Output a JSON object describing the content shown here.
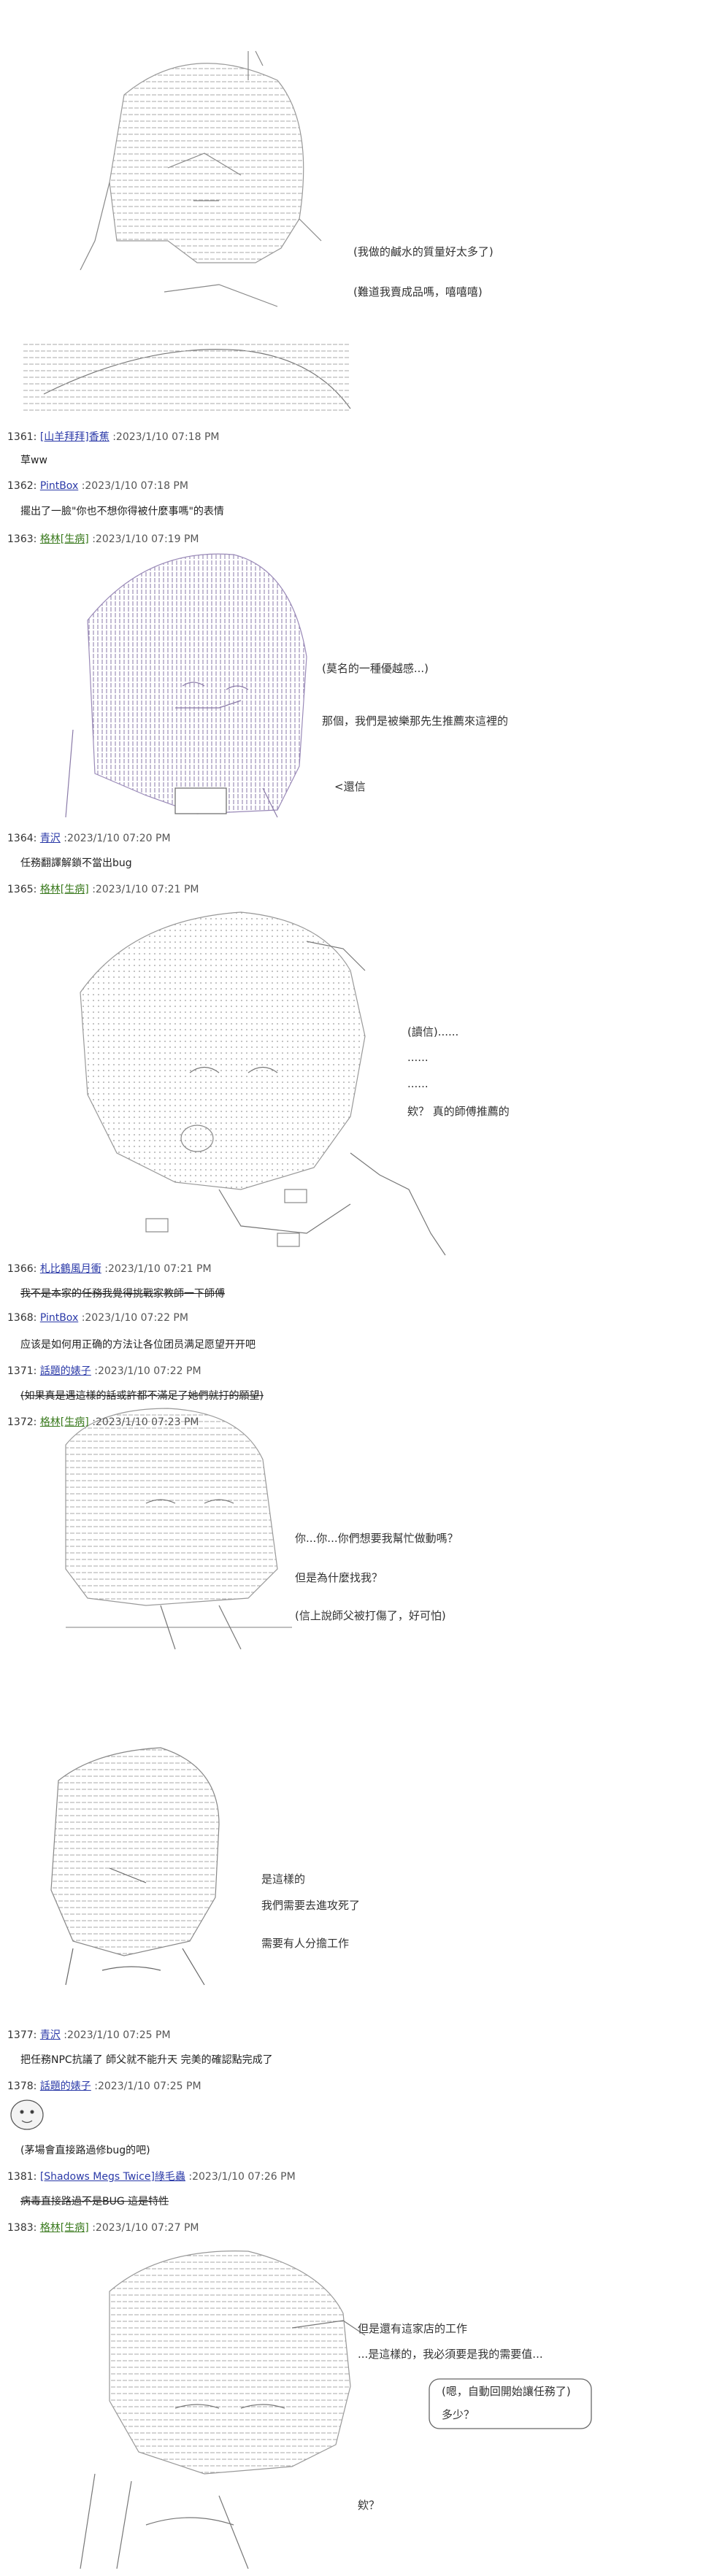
{
  "dialogs": {
    "d1": "(我做的鹹水的質量好太多了)",
    "d2": "(難道我賣成品嗎，嘻嘻嘻)",
    "d3": "(莫名的一種優越感...)",
    "d4": "那個，我們是被樂那先生推薦來這裡的",
    "d5": "<還信",
    "d6": "(讀信)......",
    "d7": "......",
    "d8": "......",
    "d9": "欸？ 真的師傅推薦的",
    "d10": "你...你...你們想要我幫忙做動嗎？",
    "d11": "但是為什麼找我？",
    "d12": "(信上說師父被打傷了，好可怕)",
    "d13": "是這樣的",
    "d14": "我們需要去進攻死了",
    "d15": "需要有人分擔工作",
    "d16": "但是還有這家店的工作",
    "d17": "...是這樣的，我必須要是我的需要值...",
    "d18": "(嗯，自動回開始讓任務了)",
    "d19": "多少？",
    "d20": "欸？"
  },
  "posts": [
    {
      "num": "1361:",
      "name": "[山羊拜拜]香蕉",
      "date": ":2023/1/10 07:18 PM",
      "text": "草ww"
    },
    {
      "num": "1362:",
      "name": "PintBox",
      "date": ":2023/1/10 07:18 PM",
      "text": "擺出了一臉\"你也不想你得被什麼事嗎\"的表情"
    },
    {
      "num": "1363:",
      "name": "格林[生病]",
      "date": ":2023/1/10 07:19 PM",
      "text": ""
    },
    {
      "num": "1364:",
      "name": "青沢",
      "date": ":2023/1/10 07:20 PM",
      "text": "任務翻譯解鎖不當出bug"
    },
    {
      "num": "1365:",
      "name": "格林[生病]",
      "date": ":2023/1/10 07:21 PM",
      "text": ""
    },
    {
      "num": "1366:",
      "name": "札比鶴風月衝",
      "date": ":2023/1/10 07:21 PM",
      "text": "我不是本家的任務我覺得挑戰家教師一下師傅"
    },
    {
      "num": "1368:",
      "name": "PintBox",
      "date": ":2023/1/10 07:22 PM",
      "text": "应该是如何用正确的方法让各位团员满足愿望开开吧"
    },
    {
      "num": "1371:",
      "name": "話題的婊子",
      "date": ":2023/1/10 07:22 PM",
      "text": "(如果真是遇這樣的話或許都不滿足了她們就打的願望)"
    },
    {
      "num": "1372:",
      "name": "格林[生病]",
      "date": ":2023/1/10 07:23 PM",
      "text": ""
    },
    {
      "num": "1377:",
      "name": "青沢",
      "date": ":2023/1/10 07:25 PM",
      "text": "把任務NPC抗議了 師父就不能升天 完美的確認點完成了"
    },
    {
      "num": "1378:",
      "name": "話題的婊子",
      "date": ":2023/1/10 07:25 PM",
      "text": "(茅場會直接路過修bug的吧)"
    },
    {
      "num": "1381:",
      "name": "[Shadows Megs Twice]綠毛蟲",
      "date": ":2023/1/10 07:26 PM",
      "text": "病毒直接路過不是BUG 這是特性"
    },
    {
      "num": "1383:",
      "name": "格林[生病]",
      "date": ":2023/1/10 07:27 PM",
      "text": ""
    }
  ]
}
